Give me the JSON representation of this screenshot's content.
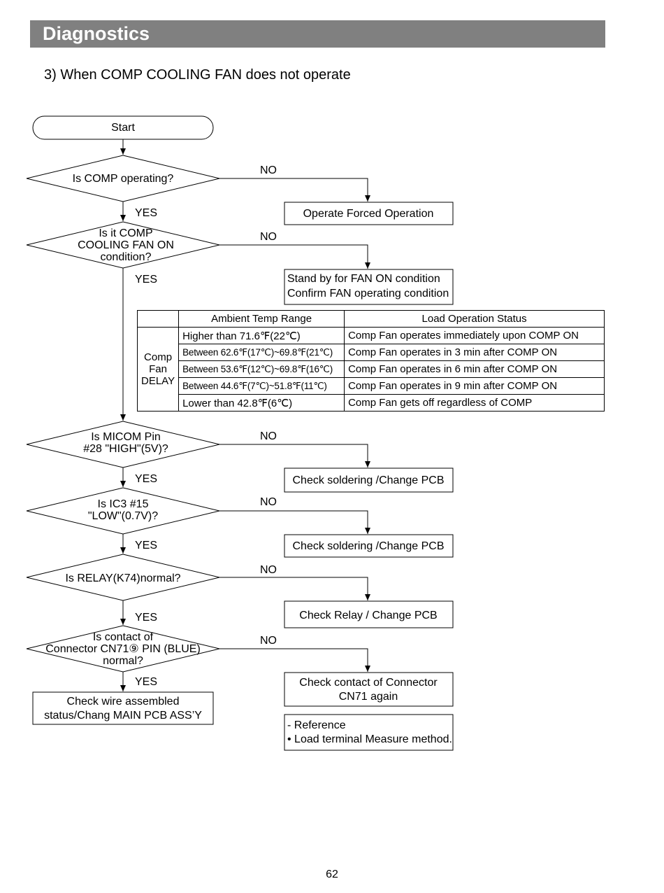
{
  "header": {
    "title": "Diagnostics"
  },
  "subtitle": "3) When COMP COOLING FAN does not operate",
  "flow": {
    "start": "Start",
    "decisions": [
      {
        "lines": [
          "Is COMP operating?"
        ]
      },
      {
        "lines": [
          "Is it COMP",
          "COOLING FAN ON",
          "condition?"
        ]
      },
      {
        "lines": [
          "Is MICOM Pin",
          "#28 \"HIGH\"(5V)?"
        ]
      },
      {
        "lines": [
          "Is IC3 #15",
          "\"LOW\"(0.7V)?"
        ]
      },
      {
        "lines": [
          "Is RELAY(K74)normal?"
        ]
      },
      {
        "lines": [
          "Is contact of",
          "Connector CN71⑨ PIN (BLUE)",
          "normal?"
        ]
      }
    ],
    "actions": [
      {
        "lines": [
          "Operate Forced Operation"
        ]
      },
      {
        "lines": [
          "Stand by for FAN ON condition",
          "Confirm FAN operating condition"
        ]
      },
      {
        "lines": [
          "Check soldering /Change PCB"
        ]
      },
      {
        "lines": [
          "Check soldering /Change PCB"
        ]
      },
      {
        "lines": [
          "Check Relay / Change PCB"
        ]
      },
      {
        "lines": [
          "Check contact of Connector",
          "CN71 again"
        ]
      }
    ],
    "final": {
      "lines": [
        "Check wire assembled",
        "status/Chang MAIN PCB ASS’Y"
      ]
    },
    "reference": {
      "lines": [
        "- Reference",
        "• Load terminal Measure method."
      ]
    },
    "yes_label": "YES",
    "no_label": "NO"
  },
  "delay_table": {
    "headers": [
      "",
      "Ambient Temp Range",
      "Load Operation Status"
    ],
    "row_header": [
      "Comp",
      "Fan",
      "DELAY"
    ],
    "rows": [
      {
        "range": "Higher than 71.6℉(22℃)",
        "status": "Comp Fan operates immediately upon COMP ON"
      },
      {
        "range": "Between 62.6℉(17℃)~69.8℉(21℃)",
        "status": "Comp Fan operates in 3 min after COMP ON"
      },
      {
        "range": "Between 53.6℉(12℃)~69.8℉(16℃)",
        "status": "Comp Fan operates in 6 min after COMP ON"
      },
      {
        "range": "Between 44.6℉(7℃)~51.8℉(11℃)",
        "status": "Comp Fan operates in 9 min after COMP ON"
      },
      {
        "range": "Lower than 42.8℉(6℃)",
        "status": "Comp Fan gets off regardless of COMP"
      }
    ]
  },
  "page_number": "62"
}
